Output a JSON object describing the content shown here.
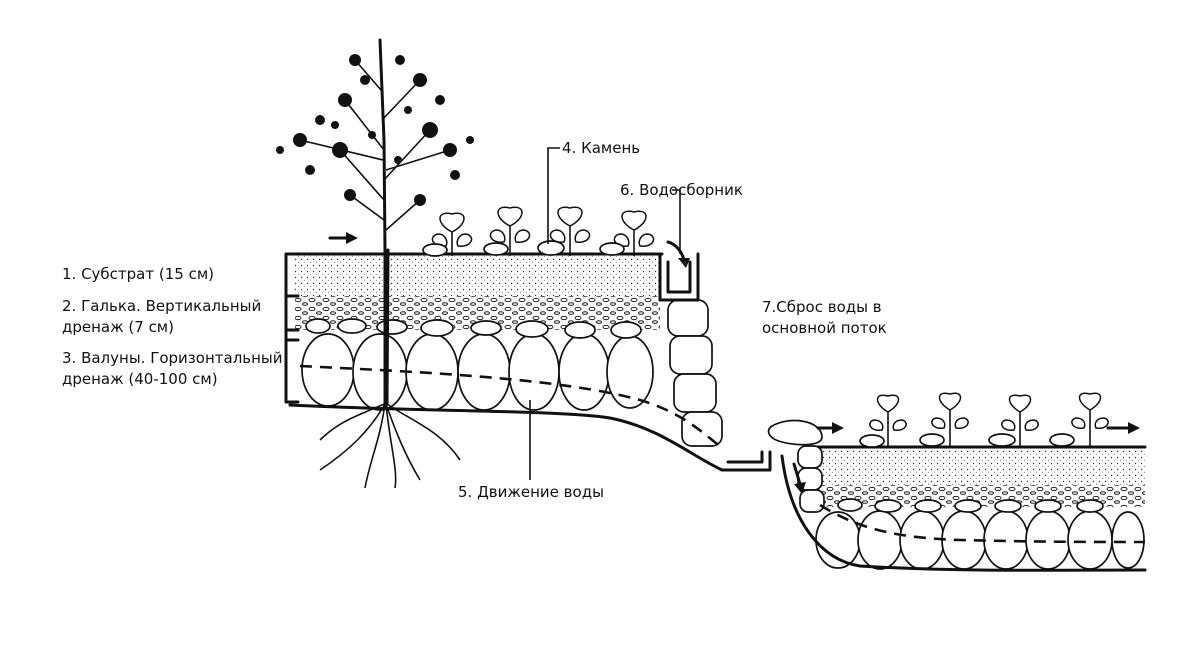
{
  "labels": {
    "substrate": "1. Субстрат (15 см)",
    "pebble_line1": "2. Галька. Вертикальный",
    "pebble_line2": "дренаж (7 см)",
    "boulder_line1": "3. Валуны. Горизонтальный",
    "boulder_line2": "дренаж (40-100 см)",
    "stone": "4. Камень",
    "water_flow": "5. Движение воды",
    "catchment": "6. Водосборник",
    "discharge_line1": "7.Сброс воды в",
    "discharge_line2": "основной поток"
  }
}
